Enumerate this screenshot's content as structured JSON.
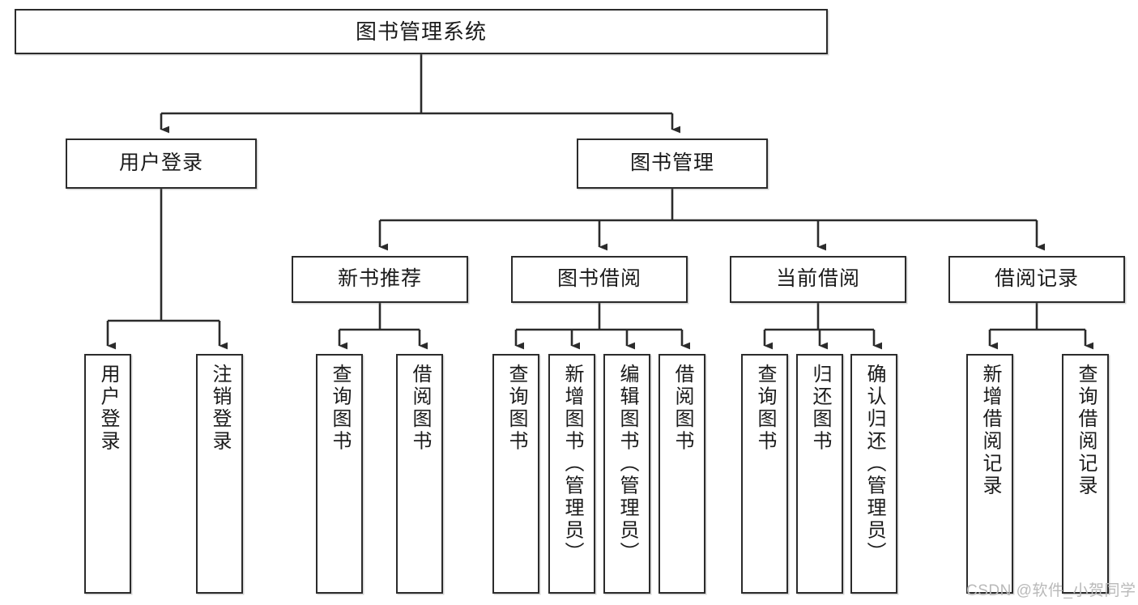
{
  "diagram": {
    "title": "图书管理系统",
    "type": "functional-structure-tree",
    "watermark": "CSDN @软件_小贺同学",
    "colors": {
      "border": "#2b2b2b",
      "background": "#ffffff",
      "text": "#1b1b1b",
      "connector": "#2b2b2b",
      "watermark": "#b9b9b9"
    },
    "levels": {
      "root": {
        "label": "图书管理系统"
      },
      "level2": [
        {
          "label": "用户登录"
        },
        {
          "label": "图书管理"
        }
      ],
      "level3": [
        {
          "label": "新书推荐"
        },
        {
          "label": "图书借阅"
        },
        {
          "label": "当前借阅"
        },
        {
          "label": "借阅记录"
        }
      ],
      "leaves": {
        "user_login": [
          {
            "label": "用户登录"
          },
          {
            "label": "注销登录"
          }
        ],
        "new_book_recommend": [
          {
            "label": "查询图书"
          },
          {
            "label": "借阅图书"
          }
        ],
        "book_borrow": [
          {
            "label": "查询图书"
          },
          {
            "label": "新增图书（管理员）"
          },
          {
            "label": "编辑图书（管理员）"
          },
          {
            "label": "借阅图书"
          }
        ],
        "current_borrow": [
          {
            "label": "查询图书"
          },
          {
            "label": "归还图书"
          },
          {
            "label": "确认归还（管理员）"
          }
        ],
        "borrow_records": [
          {
            "label": "新增借阅记录"
          },
          {
            "label": "查询借阅记录"
          }
        ]
      }
    }
  }
}
